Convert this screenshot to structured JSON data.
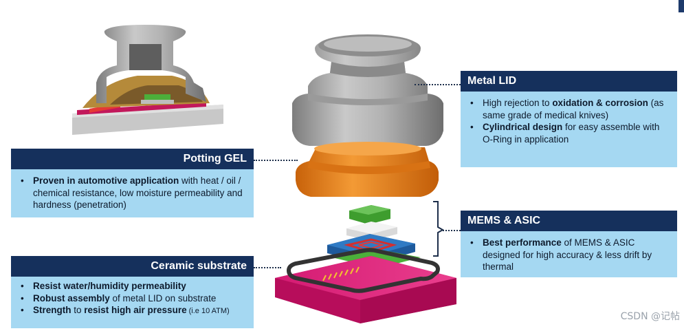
{
  "callouts": {
    "metal_lid": {
      "title": "Metal LID",
      "items": [
        {
          "bold": "",
          "pre": "High rejection to ",
          "bold_mid": "oxidation & corrosion",
          "post": " (as same grade of medical knives)"
        },
        {
          "bold": "Cylindrical design",
          "pre": "",
          "bold_mid": "",
          "post": " for easy assemble with O-Ring in application"
        }
      ]
    },
    "potting_gel": {
      "title": "Potting GEL",
      "items": [
        {
          "bold": "Proven in automotive application",
          "post": " with heat / oil / chemical resistance, low moisture permeability and hardness (penetration)"
        }
      ]
    },
    "mems_asic": {
      "title": "MEMS & ASIC",
      "items": [
        {
          "bold": "Best performance",
          "post": " of MEMS & ASIC designed for high accuracy & less drift by thermal"
        }
      ]
    },
    "ceramic_substrate": {
      "title": "Ceramic substrate",
      "items": [
        {
          "bold": "Resist water/humidity permeability",
          "post": ""
        },
        {
          "bold": "Robust assembly",
          "post": " of metal LID on substrate"
        },
        {
          "bold": "Strength",
          "post": " to ",
          "bold2": "resist high air pressure",
          "small": " (i.e 10 ATM)"
        }
      ]
    }
  },
  "watermark": "CSDN @记帖",
  "colors": {
    "header_bg": "#15305c",
    "body_bg": "#a5d8f2",
    "lid_gray": "#a9a9a9",
    "gel_orange": "#e8841c",
    "substrate_pink": "#d6126e",
    "mems_green": "#4caf3a",
    "asic_blue": "#2c6fb3"
  }
}
